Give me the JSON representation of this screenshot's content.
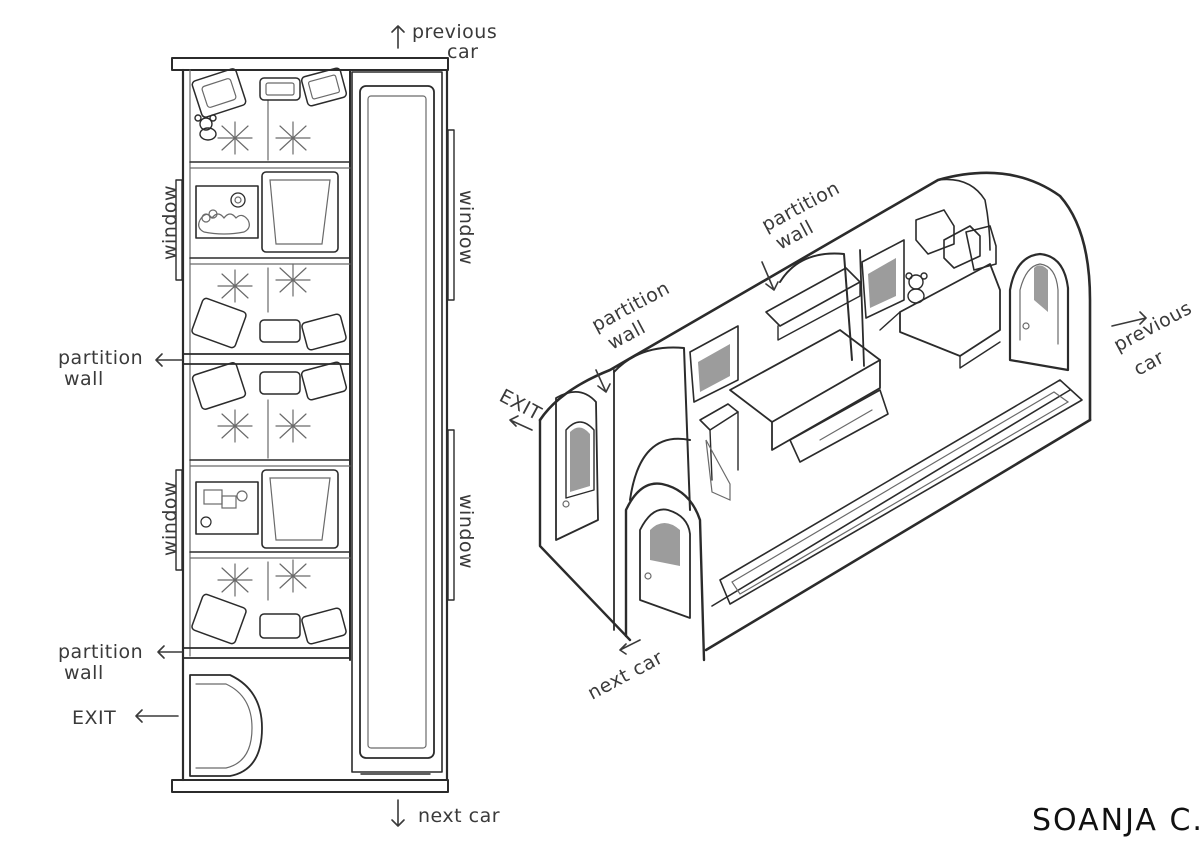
{
  "floor_plan": {
    "previous_car": [
      "previous",
      "car"
    ],
    "next_car": "next car",
    "window_left_top": "window",
    "window_right_top": "window",
    "window_left_bottom": "window",
    "window_right_bottom": "window",
    "partition_wall_top": [
      "partition",
      "wall"
    ],
    "partition_wall_bottom": [
      "partition",
      "wall"
    ],
    "exit": "EXIT"
  },
  "isometric": {
    "partition_wall_a": [
      "partition",
      "wall"
    ],
    "partition_wall_b": [
      "partition",
      "wall"
    ],
    "exit": "EXIT",
    "previous_car": [
      "previous",
      "car"
    ],
    "next_car": "next car"
  },
  "signature": "SOANJA C."
}
